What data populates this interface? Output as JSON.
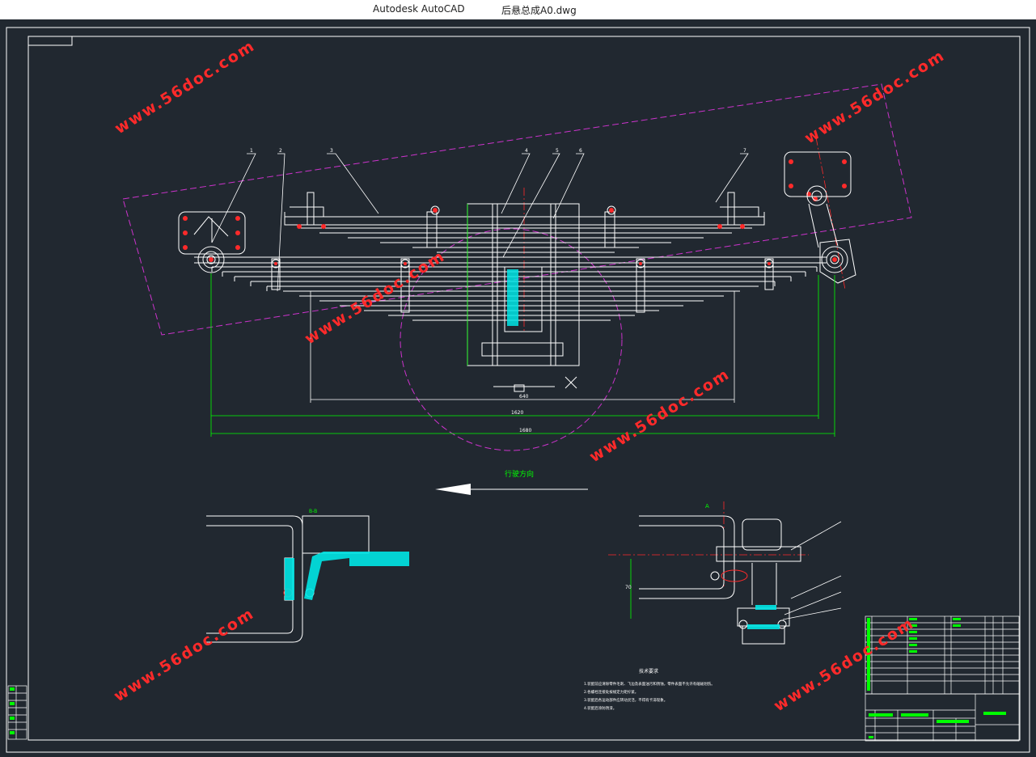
{
  "window": {
    "app_name": "Autodesk AutoCAD",
    "file_name": "后悬总成A0.dwg"
  },
  "watermark": "www.56doc.com",
  "drawing": {
    "direction_label": "行驶方向",
    "part_numbers": [
      "1",
      "2",
      "3",
      "4",
      "5",
      "6",
      "7"
    ],
    "section_label_left": "B-B",
    "section_label_right": "A",
    "dim_640": "640",
    "dim_1620": "1620",
    "dim_1680": "1680",
    "dim_70": "70",
    "notes_title": "技术要求",
    "notes_lines": [
      "1.装配前应清除零件毛刺、飞边及表面油污和锈蚀，零件表面不允许有磕碰划伤。",
      "2.各螺栓连接处按规定力矩拧紧。",
      "3.装配后各运动部件应转动灵活，不得有卡滞现象。",
      "4.装配后涂防锈漆。"
    ]
  },
  "colors": {
    "background": "#212830",
    "geometry": "#ffffff",
    "dimension": "#00ff00",
    "centerline": "#ff2a2a",
    "phantom": "#cc33cc",
    "section_fill": "#00e5e5",
    "watermark": "#ff2a2a"
  }
}
